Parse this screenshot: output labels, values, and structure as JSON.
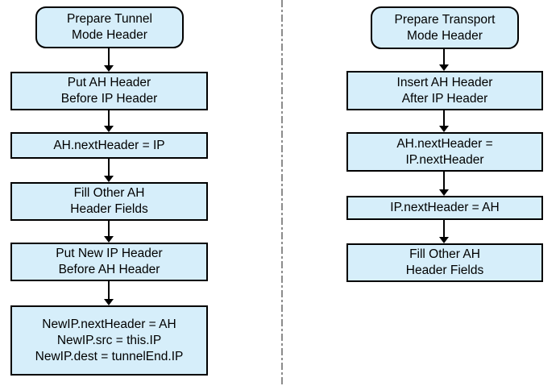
{
  "colors": {
    "node_fill": "#d6eefa",
    "node_border": "#000000",
    "divider": "#8c8c8c",
    "text": "#000000"
  },
  "left": {
    "name": "tunnel-mode-flow",
    "nodes": [
      {
        "type": "terminator",
        "lines": [
          "Prepare Tunnel",
          "Mode Header"
        ]
      },
      {
        "type": "process",
        "lines": [
          "Put AH Header",
          "Before IP Header"
        ]
      },
      {
        "type": "process",
        "lines": [
          "AH.nextHeader = IP"
        ]
      },
      {
        "type": "process",
        "lines": [
          "Fill Other AH",
          "Header Fields"
        ]
      },
      {
        "type": "process",
        "lines": [
          "Put New IP Header",
          "Before AH Header"
        ]
      },
      {
        "type": "process",
        "lines": [
          "NewIP.nextHeader = AH",
          "NewIP.src = this.IP",
          "NewIP.dest = tunnelEnd.IP"
        ]
      }
    ]
  },
  "right": {
    "name": "transport-mode-flow",
    "nodes": [
      {
        "type": "terminator",
        "lines": [
          "Prepare Transport",
          "Mode Header"
        ]
      },
      {
        "type": "process",
        "lines": [
          "Insert AH Header",
          "After IP Header"
        ]
      },
      {
        "type": "process",
        "lines": [
          "AH.nextHeader =",
          "IP.nextHeader"
        ]
      },
      {
        "type": "process",
        "lines": [
          "IP.nextHeader = AH"
        ]
      },
      {
        "type": "process",
        "lines": [
          "Fill Other AH",
          "Header Fields"
        ]
      }
    ]
  }
}
